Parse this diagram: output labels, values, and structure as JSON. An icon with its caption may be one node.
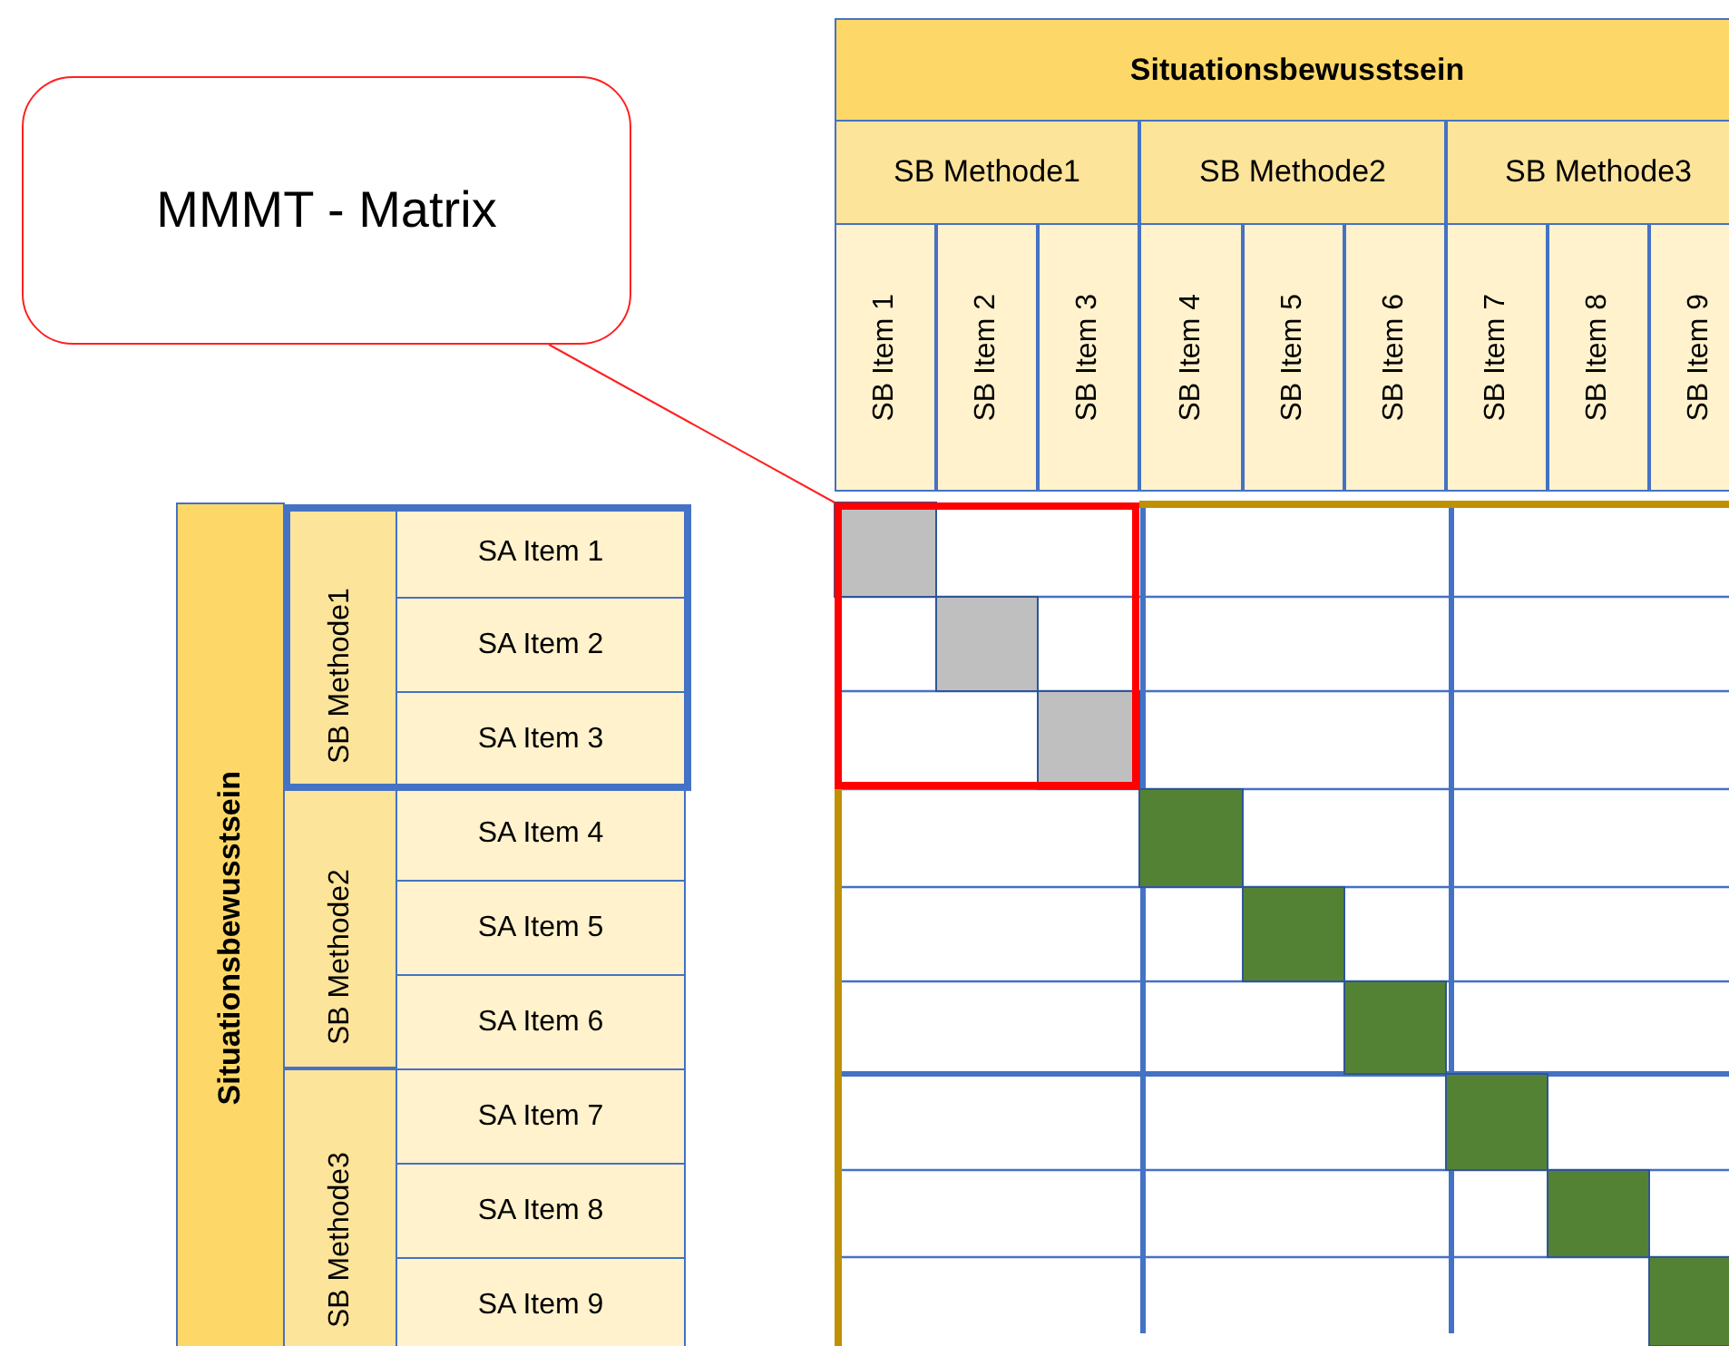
{
  "diagram": {
    "nodes": [
      {
        "text": [
          "MMMT - Matrix"
        ]
      },
      {
        "text": [],
        "shape": "box"
      }
    ],
    "edges": [
      {
        "from": 0,
        "to": 1,
        "arrow": "none"
      }
    ],
    "labels": [
      "Situationsbewusstsein",
      "SB Methode1",
      "SB Methode2",
      "SB Methode3",
      "SB Item 1",
      "SB Item 2",
      "SB Item 3",
      "SB Item 4",
      "SB Item 5",
      "SB Item 6",
      "SB Item 7",
      "SB Item 8",
      "SB Item 9",
      "Situationsbewusstsein",
      "SB Methode1",
      "SA Item 1",
      "SA Item 2",
      "SA Item 3",
      "SB Methode2",
      "SA Item 4",
      "SA Item 5",
      "SA Item 6",
      "SB Methode3",
      "SA Item 7",
      "SA Item 8",
      "SA Item 9"
    ]
  }
}
